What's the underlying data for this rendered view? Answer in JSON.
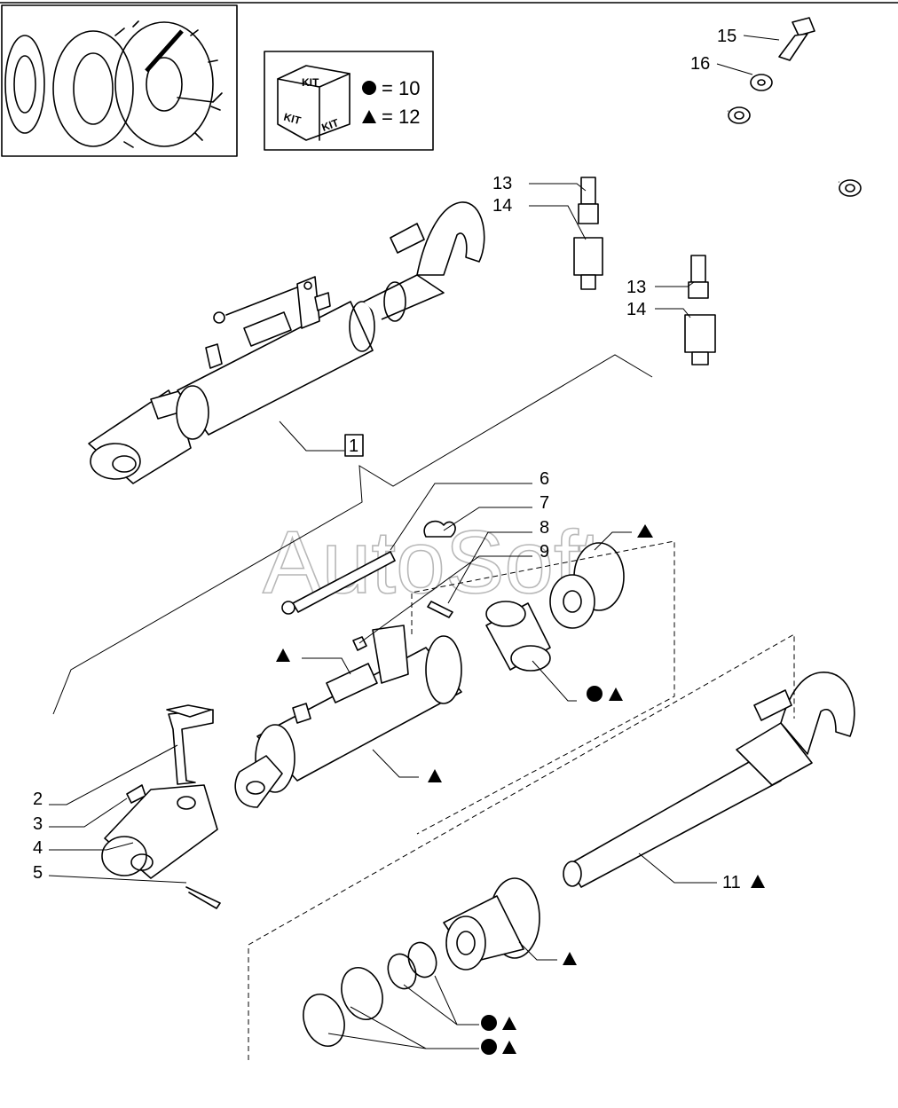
{
  "kit_legend": {
    "kit_words": [
      "KIT",
      "KIT",
      "KIT"
    ],
    "circle_value": "= 10",
    "triangle_value": "= 12"
  },
  "watermark": "AutoSoft",
  "callouts": {
    "c1": "1",
    "c2": "2",
    "c3": "3",
    "c4": "4",
    "c5": "5",
    "c6": "6",
    "c7": "7",
    "c8": "8",
    "c9": "9",
    "c11": "11",
    "c13a": "13",
    "c13b": "13",
    "c14a": "14",
    "c14b": "14",
    "c15": "15",
    "c16": "16"
  },
  "icons": {
    "circle": "filled-circle-kit-10",
    "triangle": "filled-triangle-kit-12"
  }
}
